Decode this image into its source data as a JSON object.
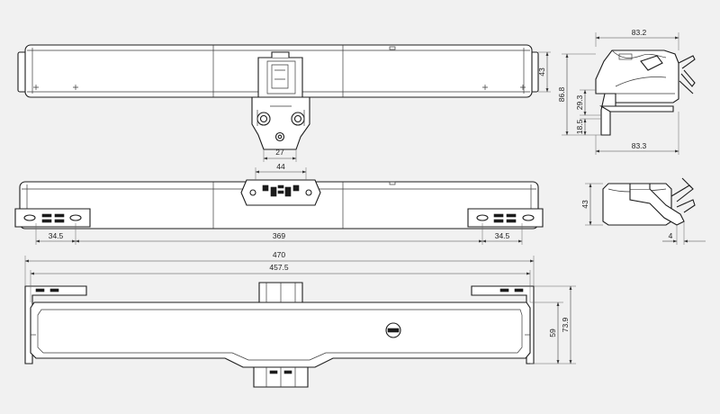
{
  "drawing": {
    "top_view": {
      "dim_width_top": "27"
    },
    "side_view_top": {
      "dim_width": "83.2",
      "dim_height_total": "86.8",
      "dim_height_mid": "29.3",
      "dim_height_low": "18.5",
      "dim_width_bottom": "83.3",
      "dim_body_height": "43"
    },
    "front_view": {
      "dim_bracket_spacing": "44",
      "dim_left": "34.5",
      "dim_center": "369",
      "dim_right": "34.5"
    },
    "side_view_bottom": {
      "dim_height": "43",
      "dim_offset": "4"
    },
    "bottom_view": {
      "dim_overall": "470",
      "dim_body": "457.5",
      "dim_height_inner": "59",
      "dim_height_outer": "73.9"
    }
  },
  "colors": {
    "background": "#f1f1f1",
    "line": "#1c1c1c",
    "fill": "#ffffff"
  }
}
